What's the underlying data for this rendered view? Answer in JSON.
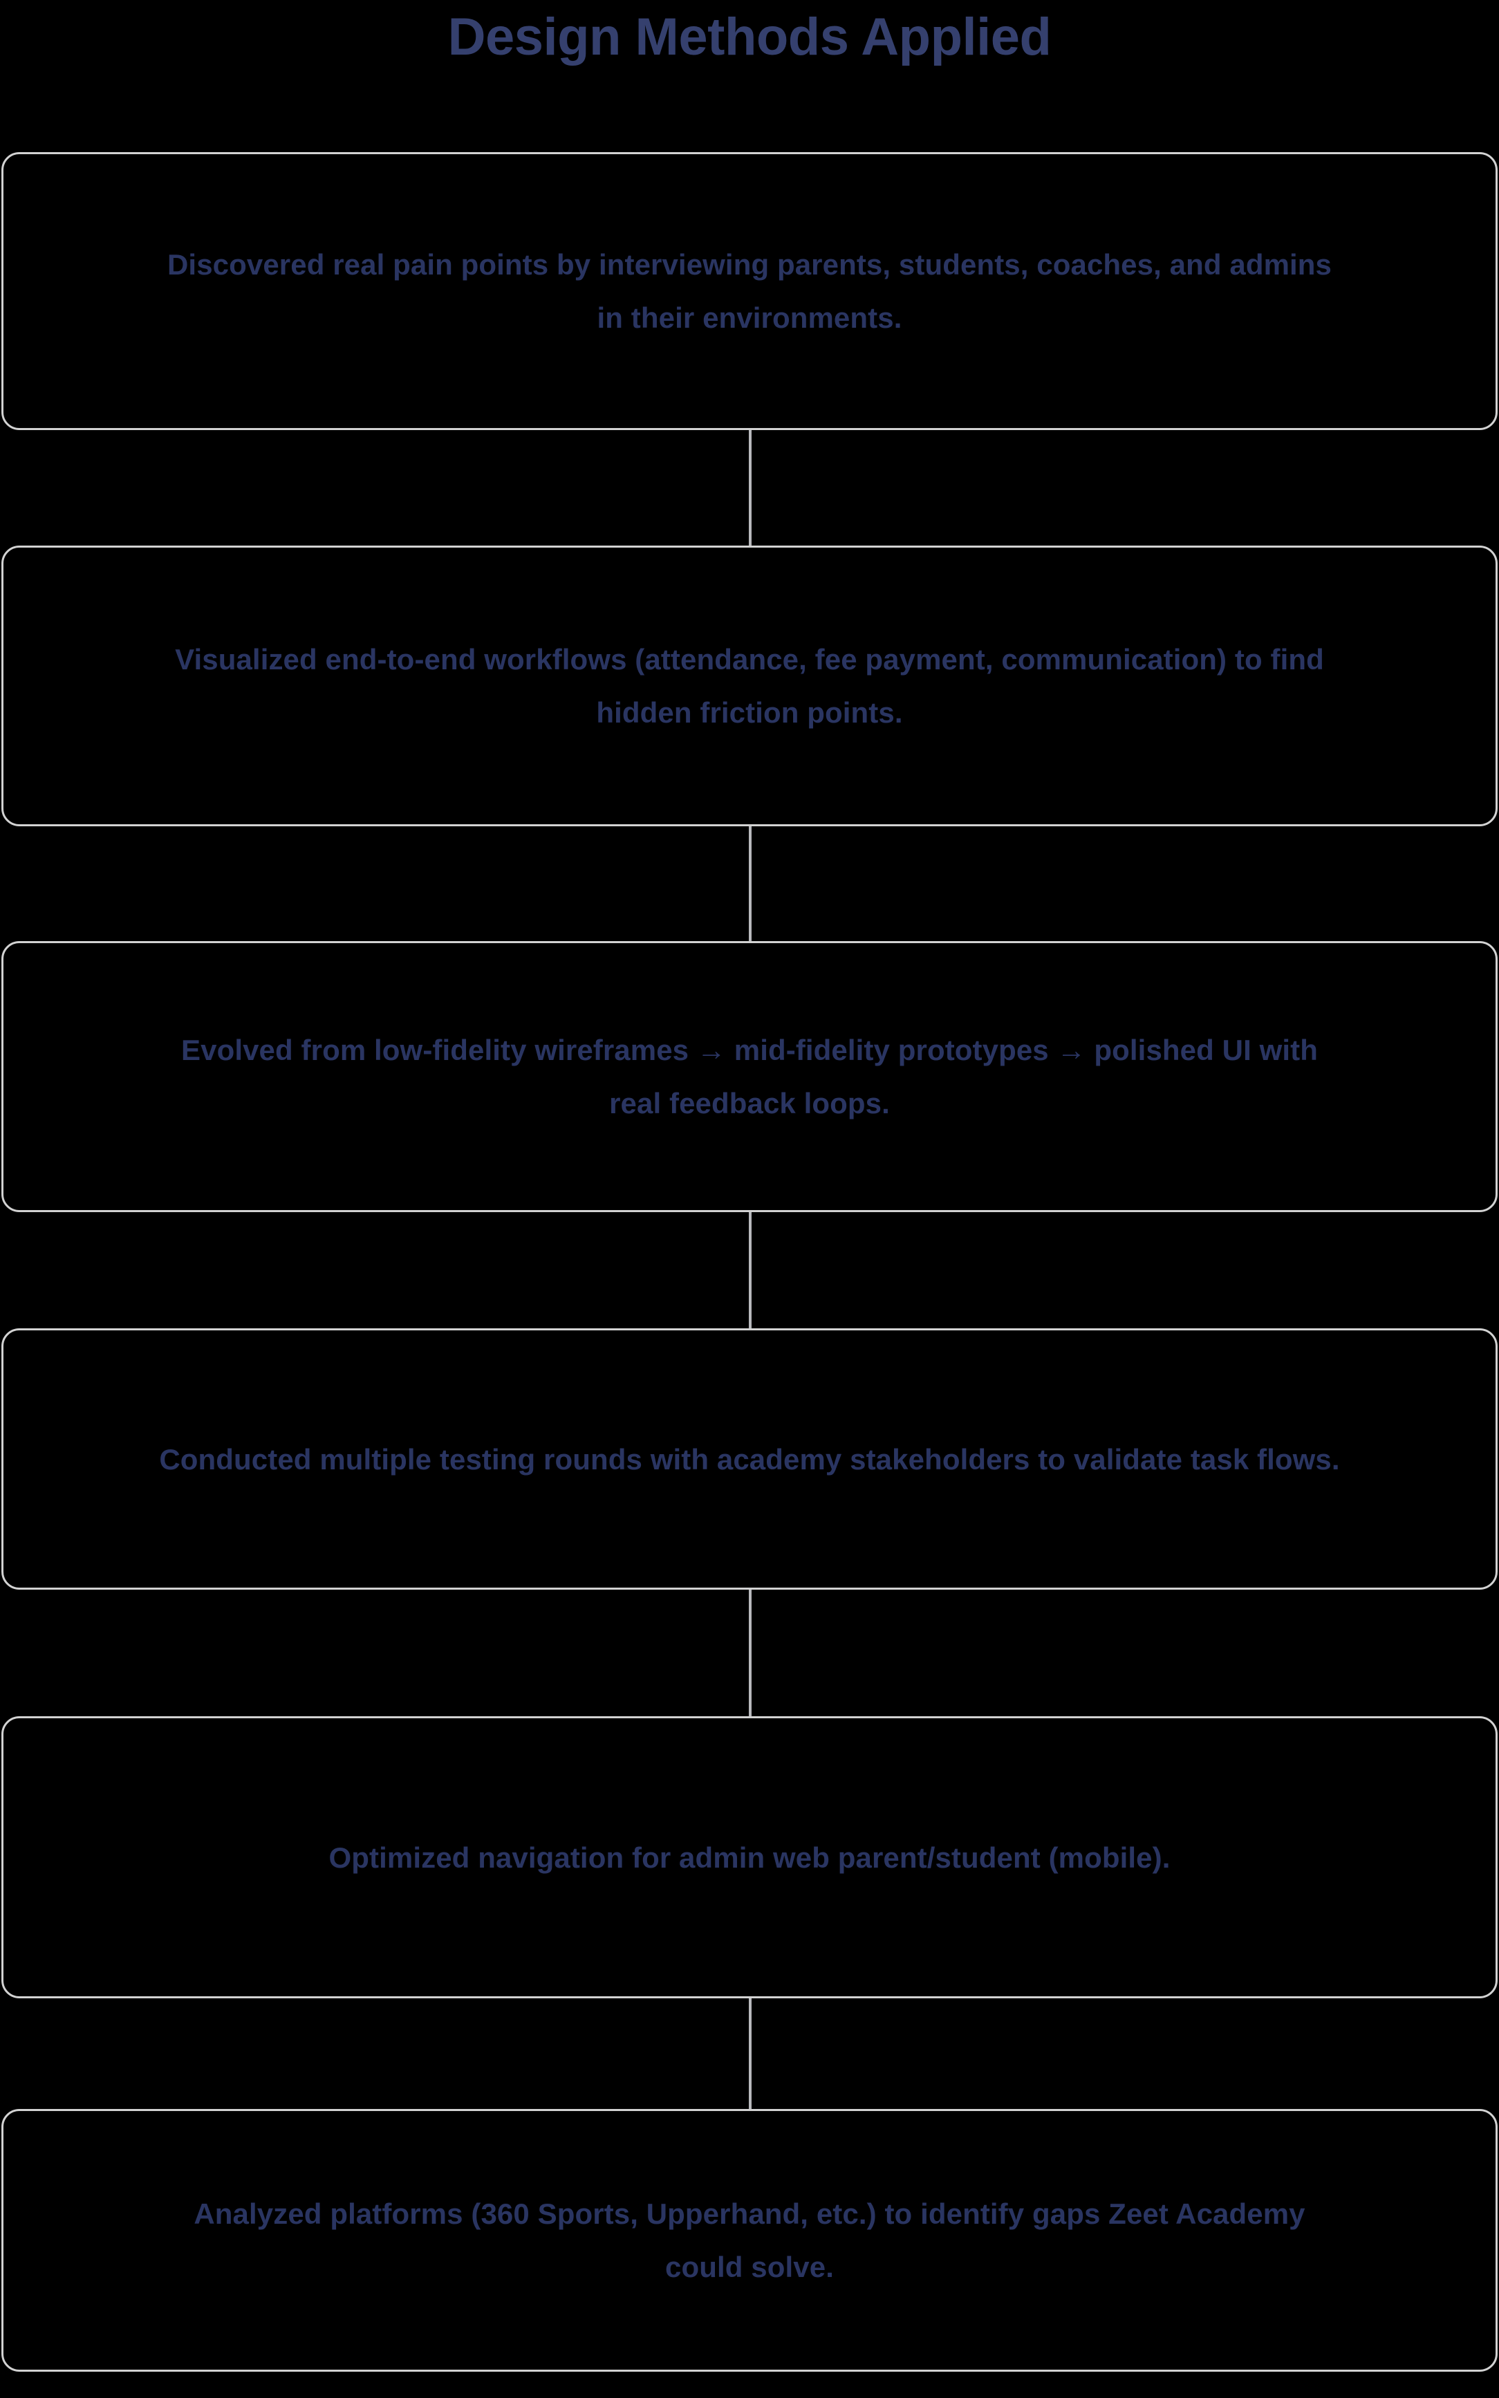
{
  "title": "Design Methods Applied",
  "colors": {
    "background": "#000000",
    "title_text": "#35406e",
    "box_text": "#2a3562",
    "box_border": "#d2d2d2",
    "connector": "#b8b9bd"
  },
  "flow": {
    "type": "vertical-flowchart",
    "steps": [
      {
        "index": 1,
        "text": "Discovered real pain points by interviewing parents, students, coaches, and admins in their environments."
      },
      {
        "index": 2,
        "text": "Visualized end-to-end workflows (attendance, fee payment, communication) to find hidden friction points."
      },
      {
        "index": 3,
        "text": "Evolved from low-fidelity wireframes → mid-fidelity prototypes → polished UI with real feedback loops."
      },
      {
        "index": 4,
        "text": "Conducted multiple testing rounds with academy stakeholders to validate task flows."
      },
      {
        "index": 5,
        "text": "Optimized navigation for admin web parent/student (mobile)."
      },
      {
        "index": 6,
        "text": "Analyzed platforms (360 Sports, Upperhand, etc.) to identify gaps Zeet Academy could solve."
      }
    ],
    "connectors": [
      {
        "from": 1,
        "to": 2
      },
      {
        "from": 2,
        "to": 3
      },
      {
        "from": 3,
        "to": 4
      },
      {
        "from": 4,
        "to": 5
      },
      {
        "from": 5,
        "to": 6
      }
    ]
  }
}
